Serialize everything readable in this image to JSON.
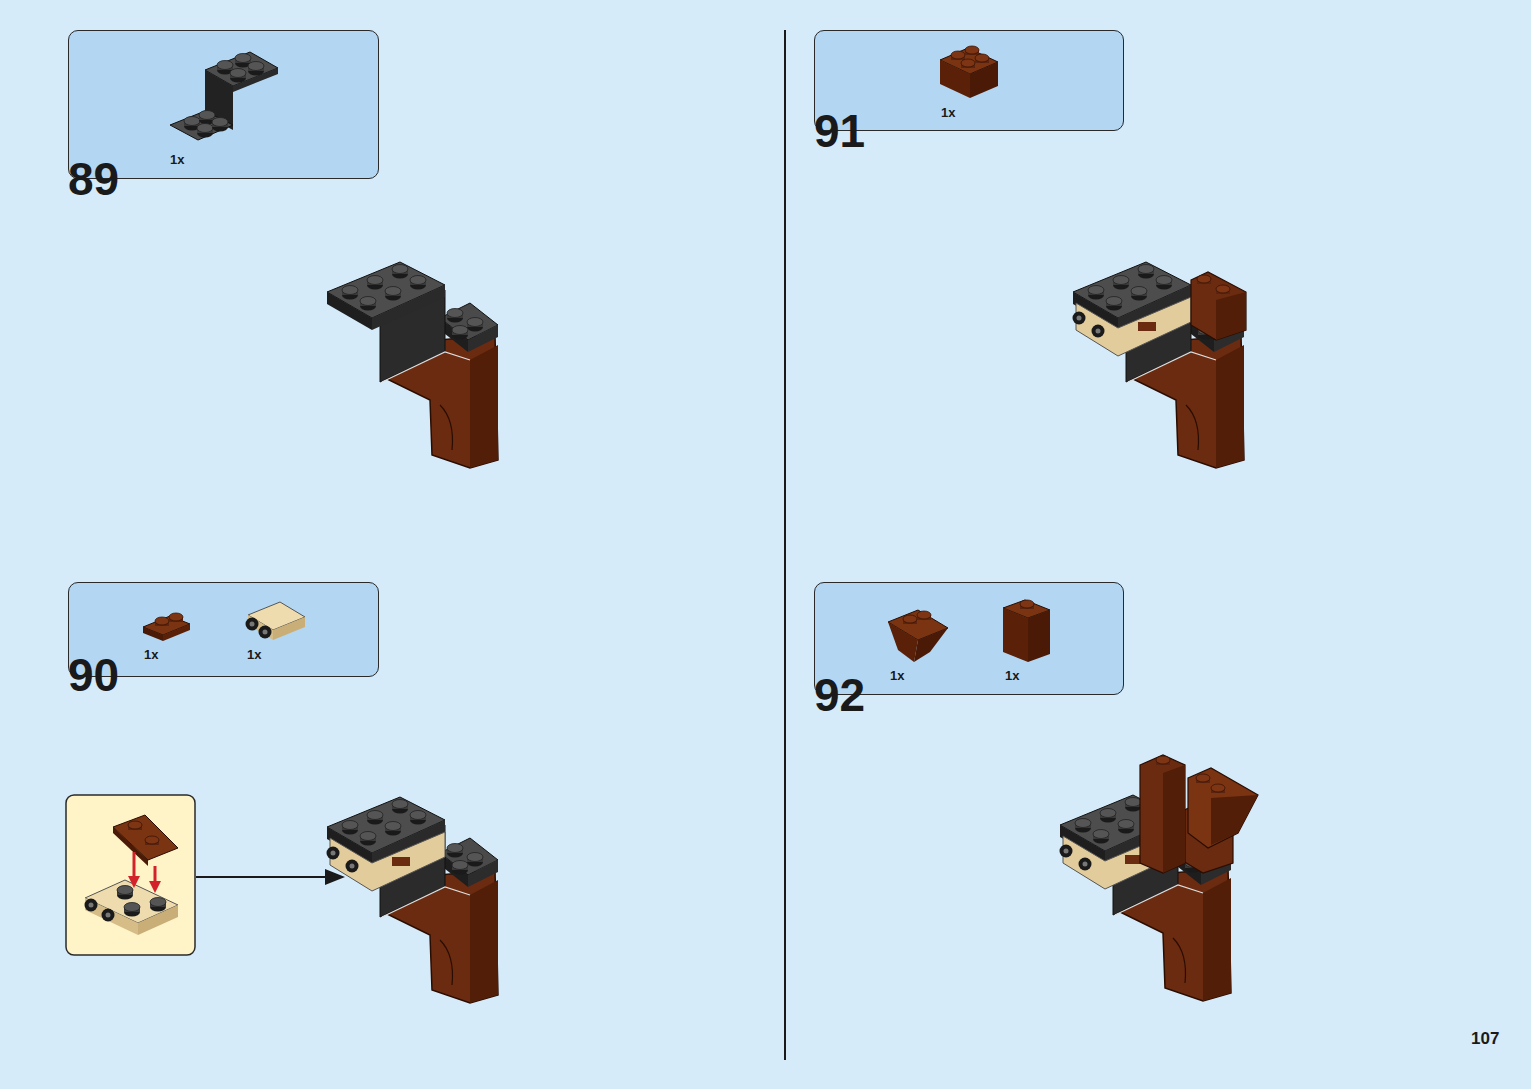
{
  "diagram": {
    "nodes": [
      {
        "text": [
          "1x"
        ]
      },
      {
        "text": [
          "1x",
          "1x"
        ]
      },
      {
        "text": [
          "1x"
        ]
      },
      {
        "text": [
          "1x",
          "1x"
        ]
      }
    ],
    "labels": [
      "89",
      "90",
      "91",
      "92",
      "107"
    ]
  }
}
